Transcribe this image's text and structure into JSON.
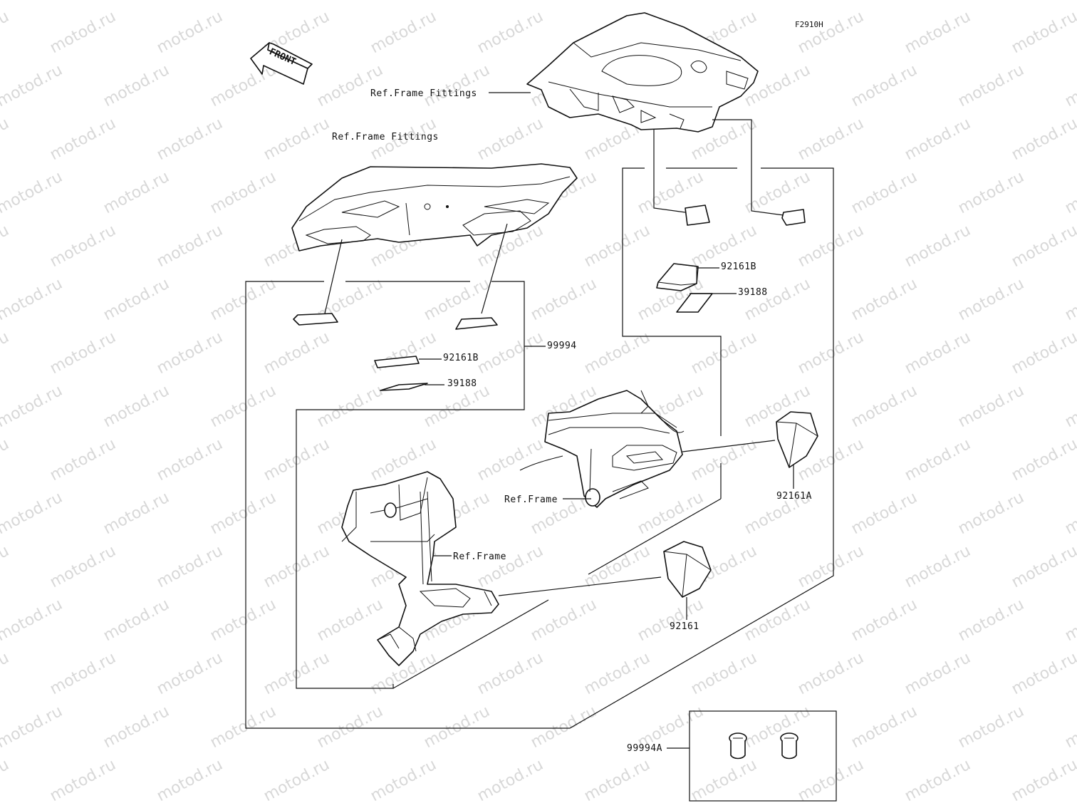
{
  "diagram_code": "F2910H",
  "watermark": "motod.ru",
  "front_label": "FRONT",
  "labels": {
    "ref_frame_fittings_top": "Ref.Frame Fittings",
    "ref_frame_fittings_left": "Ref.Frame Fittings",
    "p92161b_right": "92161B",
    "p39188_right": "39188",
    "p99994": "99994",
    "p92161b_left": "92161B",
    "p39188_left": "39188",
    "p92161a": "92161A",
    "ref_frame_right": "Ref.Frame",
    "ref_frame_left": "Ref.Frame",
    "p92161": "92161",
    "p99994a": "99994A"
  }
}
